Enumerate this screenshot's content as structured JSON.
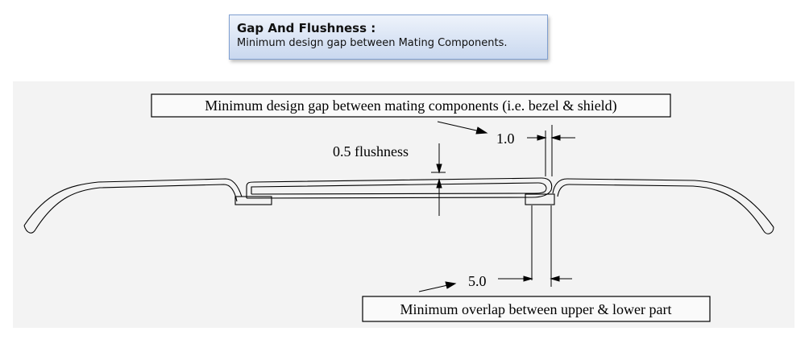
{
  "header": {
    "title": "Gap And Flushness :",
    "subtitle": "Minimum design gap between Mating Components."
  },
  "diagram": {
    "top_callout": "Minimum design gap between mating components (i.e. bezel & shield)",
    "flushness_label": "0.5 flushness",
    "gap_value": "1.0",
    "overlap_value": "5.0",
    "bottom_callout": "Minimum overlap between upper & lower part"
  },
  "colors": {
    "title_border": "#7f9fd0",
    "title_fill": "#c9d8ef",
    "drawing_bg": "#f3f3f3",
    "line": "#000000"
  }
}
